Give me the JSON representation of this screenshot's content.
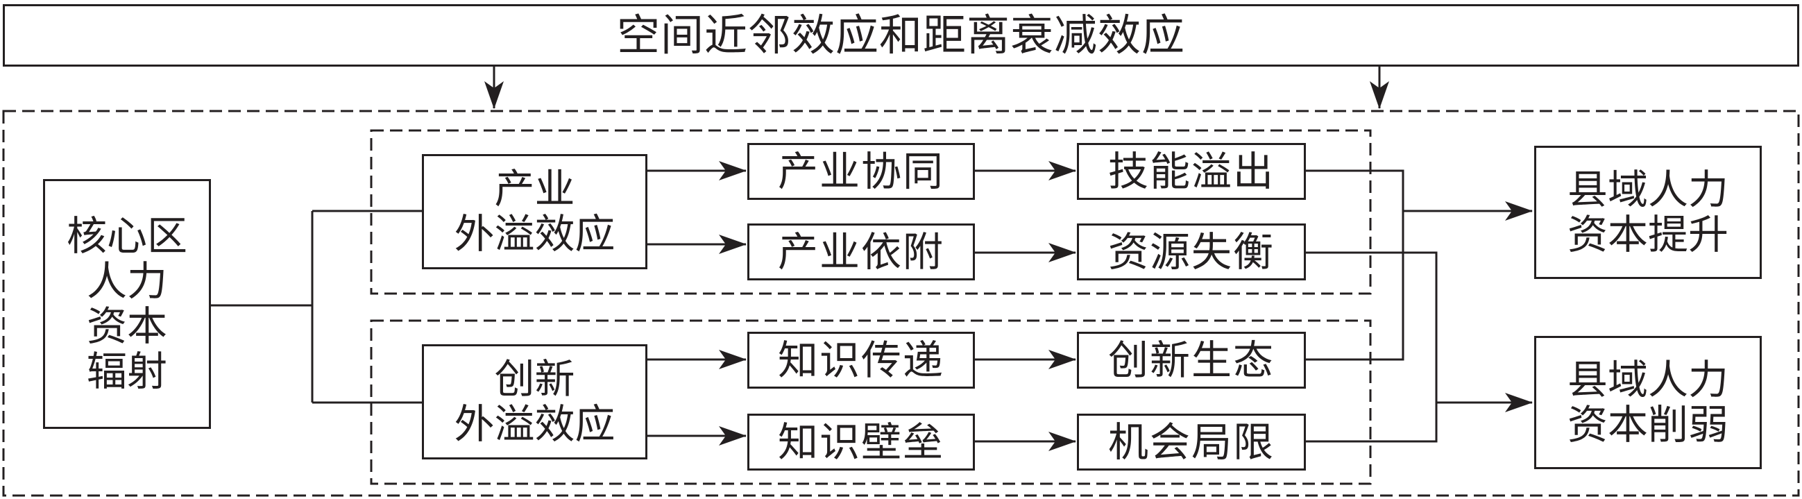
{
  "title": "空间近邻效应和距离衰减效应",
  "source": "核心区\n人力\n资本\n辐射",
  "groups": {
    "industry": {
      "label": "产业\n外溢效应",
      "step1_top": "产业协同",
      "step1_bottom": "产业依附",
      "step2_top": "技能溢出",
      "step2_bottom": "资源失衡"
    },
    "innovation": {
      "label": "创新\n外溢效应",
      "step1_top": "知识传递",
      "step1_bottom": "知识壁垒",
      "step2_top": "创新生态",
      "step2_bottom": "机会局限"
    }
  },
  "outcomes": {
    "up": "县域人力\n资本提升",
    "down": "县域人力\n资本削弱"
  },
  "colors": {
    "stroke": "#231f20",
    "background": "#ffffff"
  }
}
